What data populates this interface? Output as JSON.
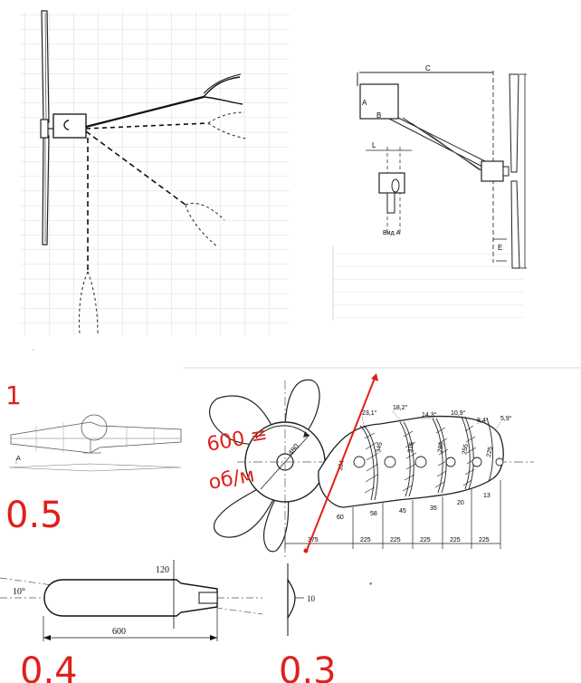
{
  "panel_c": {
    "letter_a": "A",
    "letter_b": "B",
    "letter_c": "C",
    "letter_l": "L",
    "letter_e": "E",
    "view_caption": "Вид А"
  },
  "panel_e": {
    "hub_diameter": "480",
    "chord_labels": [
      "394",
      "345",
      "315",
      "285",
      "255",
      "225"
    ],
    "angle_labels": [
      "23,1°",
      "18,2°",
      "14,3°",
      "10,9°",
      "8,4°",
      "5,9°"
    ],
    "small_labels": [
      "60",
      "58",
      "45",
      "35",
      "20",
      "13"
    ],
    "span_labels": [
      "375",
      "225",
      "225",
      "225",
      "225",
      "225"
    ],
    "speed_note_line1": "600 ≡",
    "speed_note_line2": "об/м"
  },
  "panel_d": {
    "number": "1",
    "scale": "0.5"
  },
  "panel_f": {
    "angle": "10°",
    "width": "120",
    "length": "600",
    "scale": "0.4"
  },
  "panel_g": {
    "thickness": "10",
    "scale": "0.3"
  }
}
